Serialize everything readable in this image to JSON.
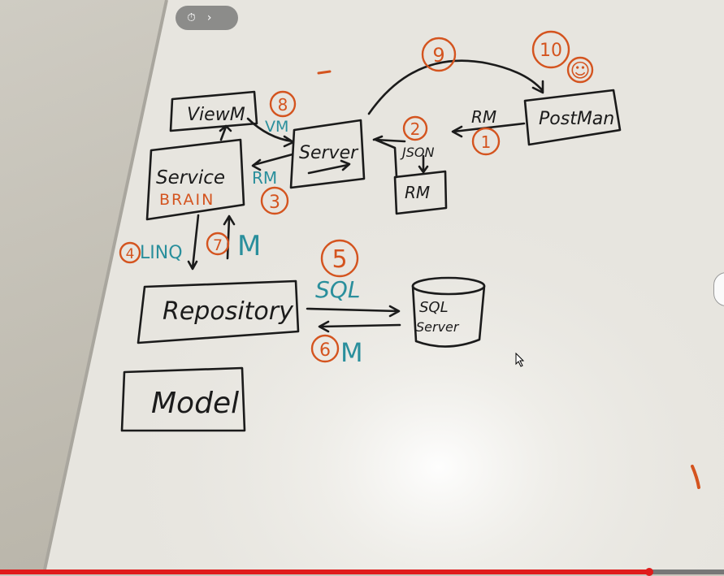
{
  "player": {
    "speed_icon": "playback-speed-icon",
    "next_icon": "chevron-right-icon",
    "progress_fraction": 0.897
  },
  "whiteboard": {
    "viewm": "ViewM",
    "server": "Server",
    "postman": "PostMan",
    "service_line1": "Service",
    "service_line2": "BRAIN",
    "rm_box": "RM",
    "repository": "Repository",
    "sql_server_line1": "SQL",
    "sql_server_line2": "Server",
    "model": "Model",
    "label_vm": "VM",
    "label_rm_server": "RM",
    "label_rm_postman": "RM",
    "label_json": "JSON",
    "label_linq": "LINQ",
    "label_m_service": "M",
    "label_sql": "SQL",
    "label_m_db": "M",
    "step_1": "1",
    "step_2": "2",
    "step_3": "3",
    "step_4": "4",
    "step_5": "5",
    "step_6": "6",
    "step_7": "7",
    "step_8": "8",
    "step_9": "9",
    "step_10": "10",
    "smiley": "☺"
  },
  "colors": {
    "marker_black": "#1b1b1b",
    "marker_orange": "#d4541f",
    "marker_teal": "#2a8f9c",
    "board": "#eceae4",
    "progress": "#e01b1b"
  }
}
